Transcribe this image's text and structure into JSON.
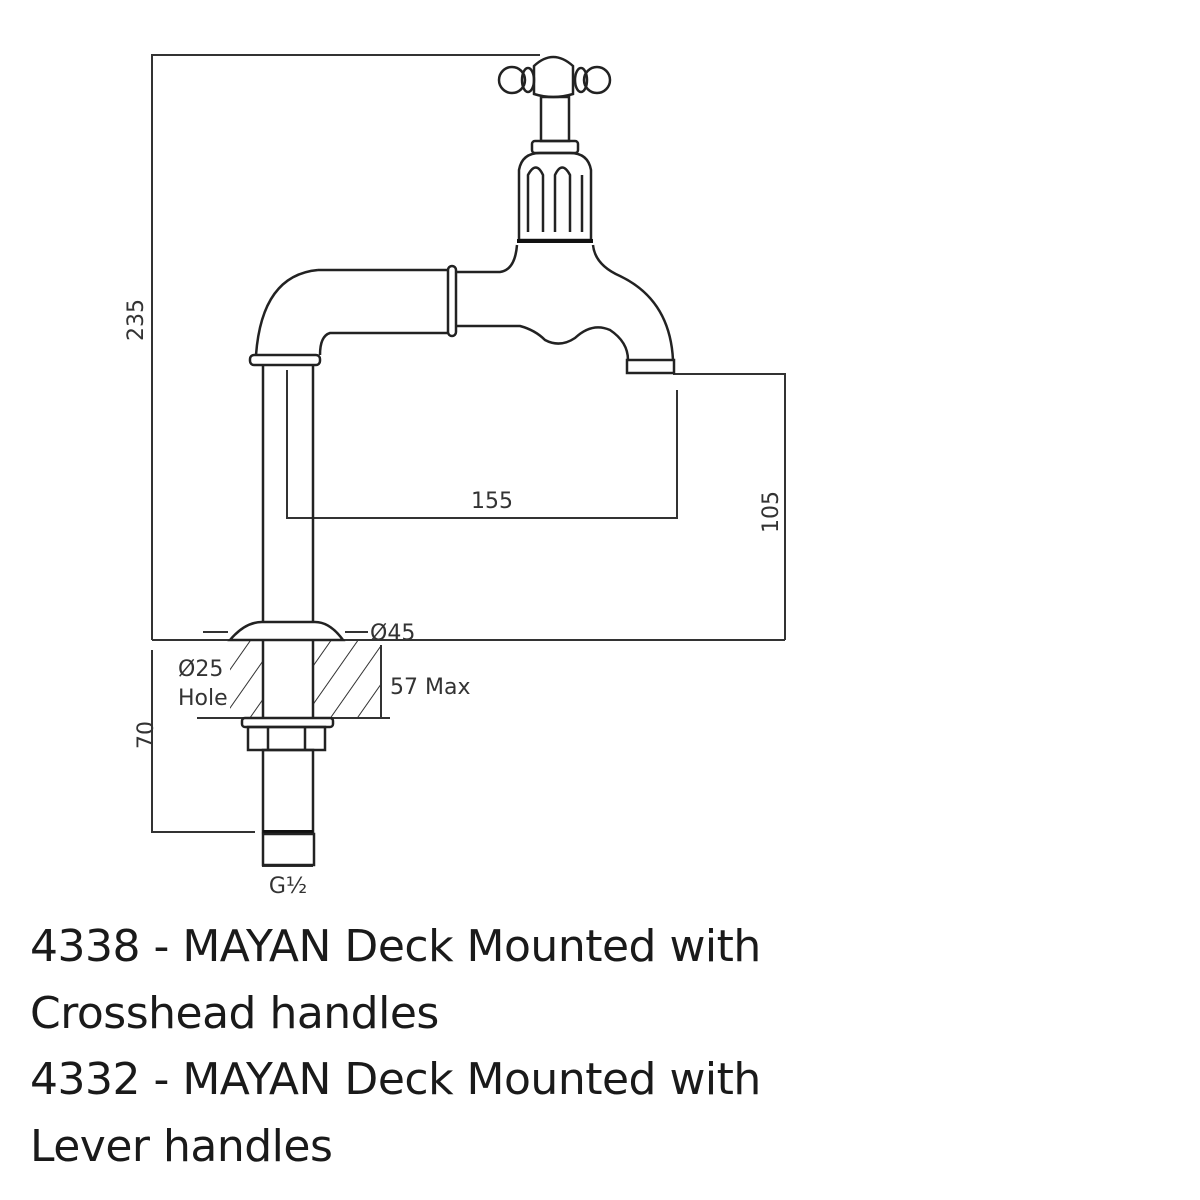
{
  "drawing": {
    "dimensions": {
      "overall_height": "235",
      "spout_reach": "155",
      "spout_height": "105",
      "flange_diameter": "Ø45",
      "hole_diameter": "Ø25",
      "hole_label": "Hole",
      "deck_thickness": "57 Max",
      "tail_length": "70",
      "thread": "G½"
    }
  },
  "captions": [
    "4338 - MAYAN Deck Mounted with",
    "Crosshead handles",
    "4332 - MAYAN Deck Mounted with",
    "Lever handles"
  ]
}
